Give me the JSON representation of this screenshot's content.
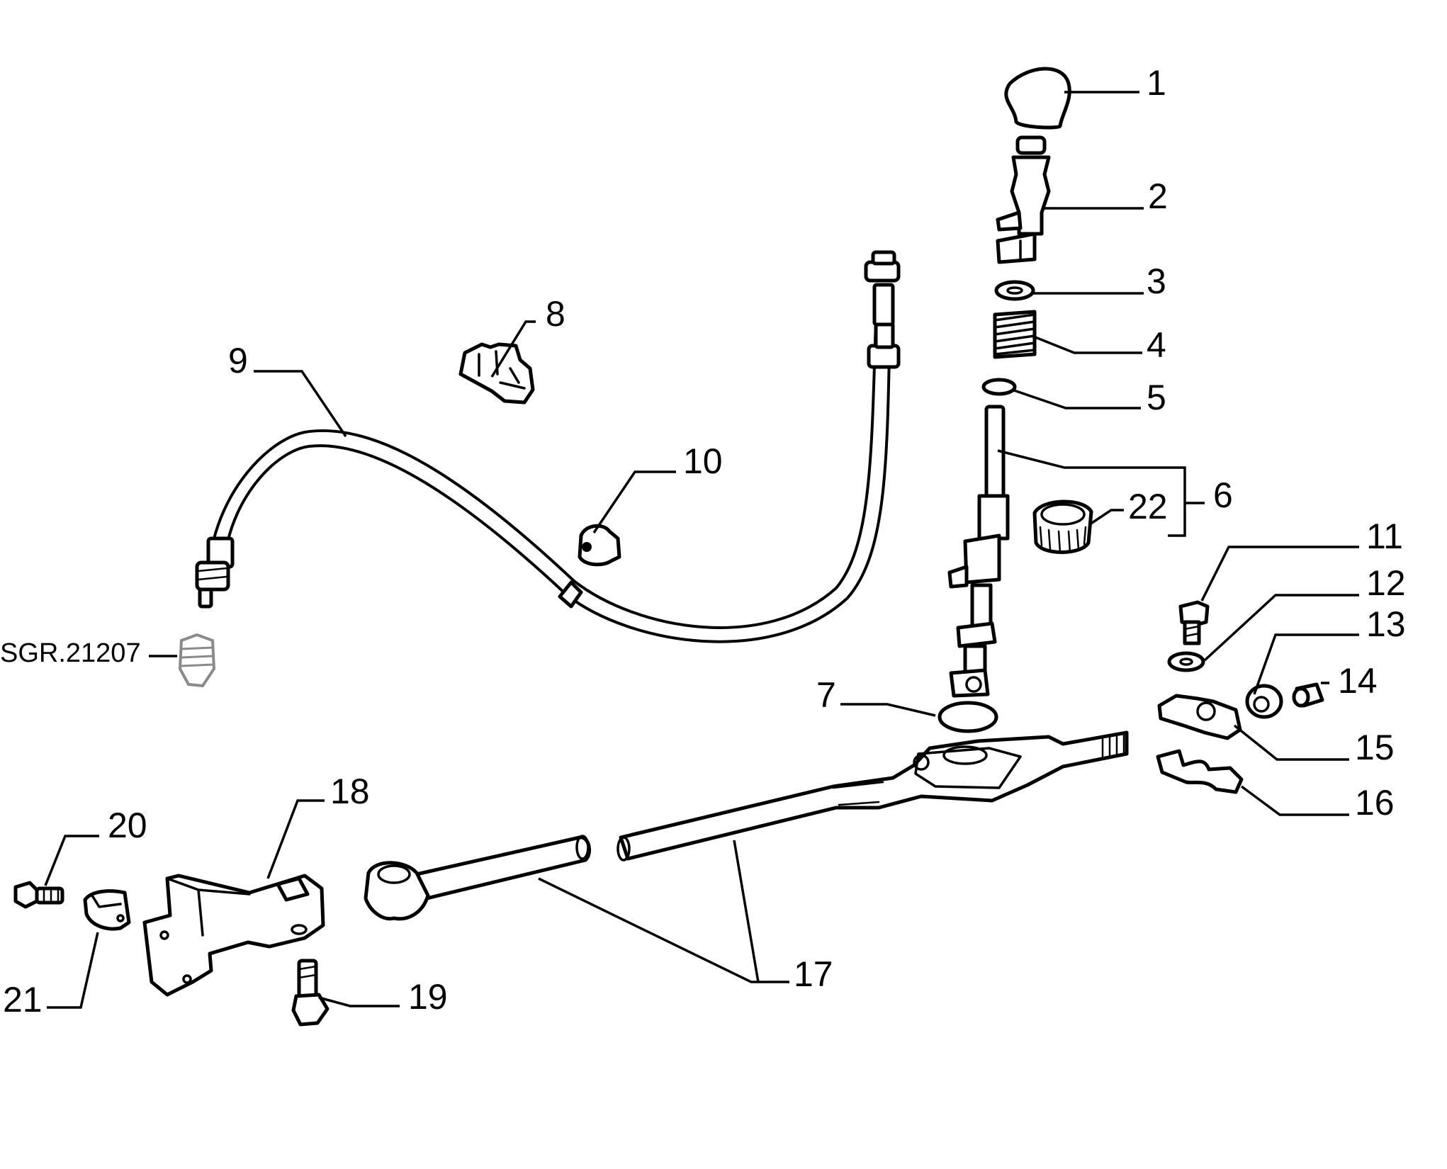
{
  "callouts": [
    {
      "id": "1",
      "label": "1"
    },
    {
      "id": "2",
      "label": "2"
    },
    {
      "id": "3",
      "label": "3"
    },
    {
      "id": "4",
      "label": "4"
    },
    {
      "id": "5",
      "label": "5"
    },
    {
      "id": "6",
      "label": "6"
    },
    {
      "id": "7",
      "label": "7"
    },
    {
      "id": "8",
      "label": "8"
    },
    {
      "id": "9",
      "label": "9"
    },
    {
      "id": "10",
      "label": "10"
    },
    {
      "id": "11",
      "label": "11"
    },
    {
      "id": "12",
      "label": "12"
    },
    {
      "id": "13",
      "label": "13"
    },
    {
      "id": "14",
      "label": "14"
    },
    {
      "id": "15",
      "label": "15"
    },
    {
      "id": "16",
      "label": "16"
    },
    {
      "id": "17",
      "label": "17"
    },
    {
      "id": "18",
      "label": "18"
    },
    {
      "id": "19",
      "label": "19"
    },
    {
      "id": "20",
      "label": "20"
    },
    {
      "id": "21",
      "label": "21"
    },
    {
      "id": "22",
      "label": "22"
    }
  ],
  "reference": {
    "label": "SGR.21207"
  },
  "colors": {
    "line": "#000000",
    "background": "#ffffff",
    "reference_part": "#8a8a8a"
  }
}
